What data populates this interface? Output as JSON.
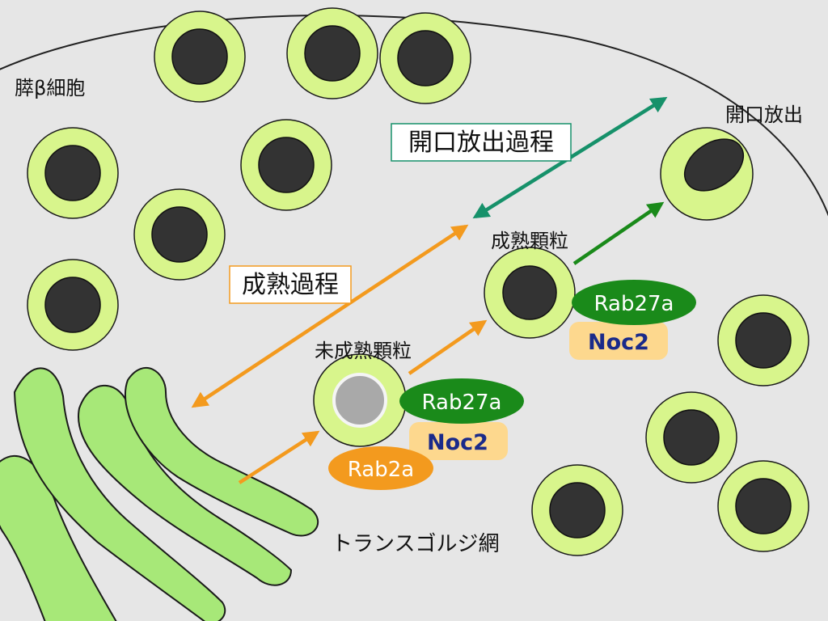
{
  "labels": {
    "cell": "膵β細胞",
    "exocytosis": "開口放出",
    "exocytosis_process": "開口放出過程",
    "maturation_process": "成熟過程",
    "mature_granule": "成熟顆粒",
    "immature_granule": "未成熟顆粒",
    "tgn": "トランスゴルジ網"
  },
  "proteins": {
    "rab27a_mature": "Rab27a",
    "noc2_mature": "Noc2",
    "rab27a_immature": "Rab27a",
    "noc2_immature": "Noc2",
    "rab2a": "Rab2a"
  },
  "colors": {
    "cell_fill": "#e6e6e6",
    "granule_shell": "#d8f58c",
    "granule_core": "#333333",
    "immature_core": "#a9a9a9",
    "golgi": "#a7e878",
    "rab27a": "#1a8a1a",
    "noc2": "#fdd88e",
    "noc2_text": "#1a2a8a",
    "rab2a": "#f39a1e",
    "orange_arrow": "#f39a1e",
    "teal_arrow": "#16916a",
    "green_arrow": "#1a8a1a"
  }
}
